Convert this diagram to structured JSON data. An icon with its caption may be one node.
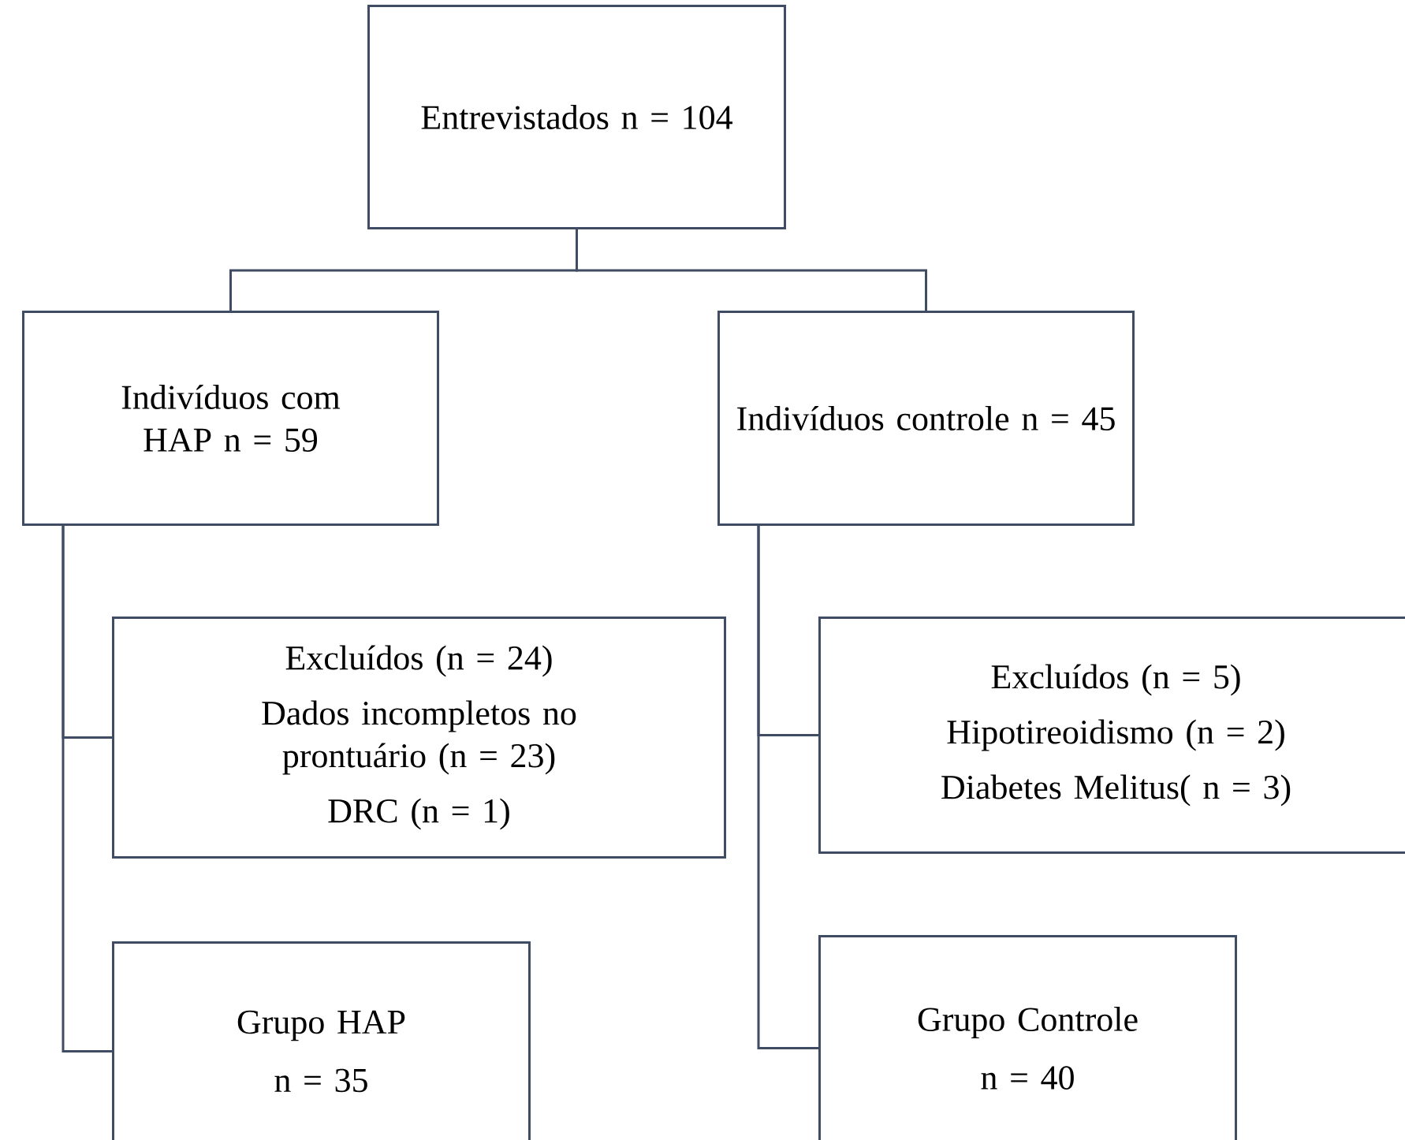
{
  "diagram": {
    "nodes": [
      {
        "text": [
          "Entrevistados n = 104"
        ]
      },
      {
        "text": [
          "Indivíduos com HAP n = 59"
        ]
      },
      {
        "text": [
          "Indivíduos controle n = 45"
        ]
      },
      {
        "text": [
          "Excluídos (n = 24)",
          "Dados incompletos no prontuário (n = 23)",
          "DRC (n = 1)"
        ]
      },
      {
        "text": [
          "Excluídos (n = 5)",
          "Hipotireoidismo (n = 2)",
          "Diabetes Melitus( n = 3)"
        ]
      },
      {
        "text": [
          "Grupo HAP",
          "n = 35"
        ]
      },
      {
        "text": [
          "Grupo Controle",
          "n = 40"
        ]
      }
    ],
    "edges": [
      {
        "from": 0,
        "to": 1,
        "arrow": "none"
      },
      {
        "from": 0,
        "to": 2,
        "arrow": "none"
      },
      {
        "from": 1,
        "to": 3,
        "arrow": "none"
      },
      {
        "from": 1,
        "to": 5,
        "arrow": "none"
      },
      {
        "from": 2,
        "to": 4,
        "arrow": "none"
      },
      {
        "from": 2,
        "to": 6,
        "arrow": "none"
      }
    ]
  }
}
